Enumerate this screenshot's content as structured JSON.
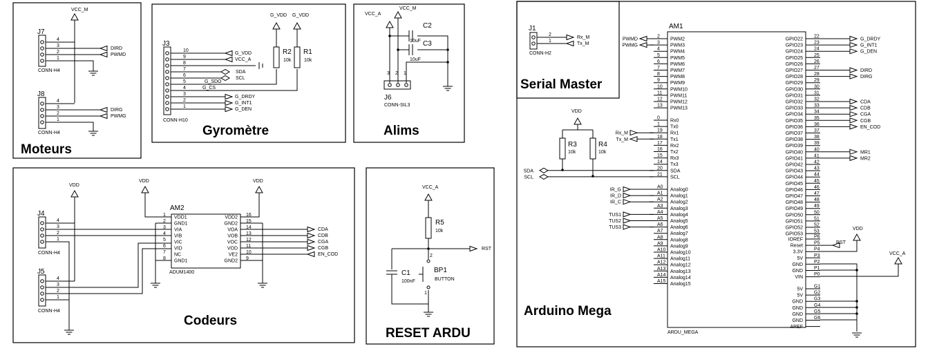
{
  "sections": {
    "moteurs": "Moteurs",
    "gyro": "Gyromètre",
    "alims": "Alims",
    "codeurs": "Codeurs",
    "reset": "RESET ARDU",
    "serial": "Serial Master",
    "arduino": "Arduino Mega"
  },
  "moteurs": {
    "vcc": "VCC_M",
    "j7": {
      "ref": "J7",
      "type": "CONN-H4",
      "pins": [
        "4",
        "3",
        "2",
        "1"
      ],
      "nets": [
        "DIRD",
        "PWMD"
      ]
    },
    "j8": {
      "ref": "J8",
      "type": "CONN-H4",
      "pins": [
        "4",
        "3",
        "2",
        "1"
      ],
      "nets": [
        "DIRG",
        "PWMG"
      ]
    }
  },
  "gyro": {
    "j3": {
      "ref": "J3",
      "type": "CONN-H10",
      "pins": [
        "10",
        "9",
        "8",
        "7",
        "6",
        "5",
        "4",
        "3",
        "2",
        "1"
      ]
    },
    "nets": [
      "G_VDD",
      "VCC_A",
      "SDA",
      "SCL",
      "G_SDO",
      "G_CS",
      "G_DRDY",
      "G_INT1",
      "G_DEN"
    ],
    "power_top": [
      "G_VDD",
      "G_VDD"
    ],
    "r2": {
      "ref": "R2",
      "value": "10k"
    },
    "r1": {
      "ref": "R1",
      "value": "10k"
    }
  },
  "alims": {
    "vcc_a": "VCC_A",
    "vcc_m": "VCC_M",
    "c2": {
      "ref": "C2",
      "value": "10uF"
    },
    "c3": {
      "ref": "C3",
      "value": "10uF"
    },
    "j6": {
      "ref": "J6",
      "type": "CONN-SIL3",
      "pins": [
        "3",
        "2",
        "1"
      ]
    }
  },
  "codeurs": {
    "vdd": [
      "VDD",
      "VDD",
      "VDD"
    ],
    "j4": {
      "ref": "J4",
      "type": "CONN-H4",
      "pins": [
        "4",
        "3",
        "2",
        "1"
      ]
    },
    "j5": {
      "ref": "J5",
      "type": "CONN-H4",
      "pins": [
        "4",
        "3",
        "2",
        "1"
      ]
    },
    "am2": {
      "ref": "AM2",
      "type": "ADUM1400",
      "left_pins": [
        {
          "num": "1",
          "name": "VDD1"
        },
        {
          "num": "2",
          "name": "GND1"
        },
        {
          "num": "3",
          "name": "VIA"
        },
        {
          "num": "4",
          "name": "VIB"
        },
        {
          "num": "5",
          "name": "VIC"
        },
        {
          "num": "6",
          "name": "VID"
        },
        {
          "num": "7",
          "name": "NC"
        },
        {
          "num": "8",
          "name": "GND1"
        }
      ],
      "right_pins": [
        {
          "num": "16",
          "name": "VDD2"
        },
        {
          "num": "15",
          "name": "GND2"
        },
        {
          "num": "14",
          "name": "VOA"
        },
        {
          "num": "13",
          "name": "VOB"
        },
        {
          "num": "12",
          "name": "VOC"
        },
        {
          "num": "11",
          "name": "VOD"
        },
        {
          "num": "10",
          "name": "VE2"
        },
        {
          "num": "9",
          "name": "GND2"
        }
      ]
    },
    "nets": [
      "CDA",
      "CDB",
      "CGA",
      "CGB",
      "EN_COD"
    ]
  },
  "reset": {
    "vcc": "VCC_A",
    "r5": {
      "ref": "R5",
      "value": "10k"
    },
    "net": "RST",
    "c1": {
      "ref": "C1",
      "value": "100nF"
    },
    "bp1": {
      "ref": "BP1",
      "type": "BUTTON",
      "pins": [
        "2",
        "1"
      ]
    }
  },
  "serial": {
    "j1": {
      "ref": "J1",
      "type": "CONN-H2",
      "pins": [
        "2",
        "1"
      ],
      "nets": [
        "Rx_M",
        "Tx_M"
      ]
    }
  },
  "arduino": {
    "ref": "AM1",
    "type": "ARDU_MEGA",
    "vdd": "VDD",
    "vdd2": "VDD",
    "vcc_a": "VCC_A",
    "r3": {
      "ref": "R3",
      "value": "10k"
    },
    "r4": {
      "ref": "R4",
      "value": "10k"
    },
    "pwm_pins": [
      {
        "num": "2",
        "name": "PWM2",
        "net": "PWMD"
      },
      {
        "num": "3",
        "name": "PWM3",
        "net": "PWMG"
      },
      {
        "num": "4",
        "name": "PWM4",
        "net": ""
      },
      {
        "num": "5",
        "name": "PWM5",
        "net": ""
      },
      {
        "num": "6",
        "name": "PWM6",
        "net": ""
      },
      {
        "num": "7",
        "name": "PWM7",
        "net": ""
      },
      {
        "num": "8",
        "name": "PWM8",
        "net": ""
      },
      {
        "num": "9",
        "name": "PWM9",
        "net": ""
      },
      {
        "num": "10",
        "name": "PWM10",
        "net": ""
      },
      {
        "num": "11",
        "name": "PWM11",
        "net": ""
      },
      {
        "num": "12",
        "name": "PWM12",
        "net": ""
      },
      {
        "num": "13",
        "name": "PWM13",
        "net": ""
      }
    ],
    "serial_pins": [
      {
        "num": "0",
        "name": "Rx0",
        "net": ""
      },
      {
        "num": "1",
        "name": "Tx0",
        "net": ""
      },
      {
        "num": "19",
        "name": "Rx1",
        "net": "Rx_M"
      },
      {
        "num": "18",
        "name": "Tx1",
        "net": "Tx_M"
      },
      {
        "num": "17",
        "name": "Rx2",
        "net": ""
      },
      {
        "num": "16",
        "name": "Tx2",
        "net": ""
      },
      {
        "num": "15",
        "name": "Rx3",
        "net": ""
      },
      {
        "num": "14",
        "name": "Tx3",
        "net": ""
      },
      {
        "num": "20",
        "name": "SDA",
        "net": "SDA"
      },
      {
        "num": "21",
        "name": "SCL",
        "net": "SCL"
      }
    ],
    "analog_pins": [
      {
        "num": "A0",
        "name": "Analog0",
        "net": "IR_G"
      },
      {
        "num": "A1",
        "name": "Analog1",
        "net": "IR_D"
      },
      {
        "num": "A2",
        "name": "Analog2",
        "net": "IR_C"
      },
      {
        "num": "A3",
        "name": "Analog3",
        "net": ""
      },
      {
        "num": "A4",
        "name": "Analog4",
        "net": "TUS1"
      },
      {
        "num": "A5",
        "name": "Analog5",
        "net": "TUS2"
      },
      {
        "num": "A6",
        "name": "Analog6",
        "net": "TUS3"
      },
      {
        "num": "A7",
        "name": "Analog7",
        "net": ""
      },
      {
        "num": "A8",
        "name": "Analog8",
        "net": ""
      },
      {
        "num": "A9",
        "name": "Analog9",
        "net": ""
      },
      {
        "num": "A10",
        "name": "Analog10",
        "net": ""
      },
      {
        "num": "A11",
        "name": "Analog11",
        "net": ""
      },
      {
        "num": "A12",
        "name": "Analog12",
        "net": ""
      },
      {
        "num": "A13",
        "name": "Analog13",
        "net": ""
      },
      {
        "num": "A14",
        "name": "Analog14",
        "net": ""
      },
      {
        "num": "A15",
        "name": "Analog15",
        "net": ""
      }
    ],
    "gpio_pins": [
      {
        "num": "22",
        "name": "GPIO22",
        "net": "G_DRDY"
      },
      {
        "num": "23",
        "name": "GPIO23",
        "net": "G_INT1"
      },
      {
        "num": "24",
        "name": "GPIO24",
        "net": "G_DEN"
      },
      {
        "num": "25",
        "name": "GPIO25",
        "net": ""
      },
      {
        "num": "26",
        "name": "GPIO26",
        "net": ""
      },
      {
        "num": "27",
        "name": "GPIO27",
        "net": "DIRD"
      },
      {
        "num": "28",
        "name": "GPIO28",
        "net": "DIRG"
      },
      {
        "num": "29",
        "name": "GPIO29",
        "net": ""
      },
      {
        "num": "30",
        "name": "GPIO30",
        "net": ""
      },
      {
        "num": "31",
        "name": "GPIO31",
        "net": ""
      },
      {
        "num": "32",
        "name": "GPIO32",
        "net": "CDA"
      },
      {
        "num": "33",
        "name": "GPIO33",
        "net": "CDB"
      },
      {
        "num": "34",
        "name": "GPIO34",
        "net": "CGA"
      },
      {
        "num": "35",
        "name": "GPIO35",
        "net": "CGB"
      },
      {
        "num": "36",
        "name": "GPIO36",
        "net": "EN_COD"
      },
      {
        "num": "37",
        "name": "GPIO37",
        "net": ""
      },
      {
        "num": "38",
        "name": "GPIO38",
        "net": ""
      },
      {
        "num": "39",
        "name": "GPIO39",
        "net": ""
      },
      {
        "num": "40",
        "name": "GPIO40",
        "net": "MR1"
      },
      {
        "num": "41",
        "name": "GPIO41",
        "net": "MR2"
      },
      {
        "num": "42",
        "name": "GPIO42",
        "net": ""
      },
      {
        "num": "43",
        "name": "GPIO43",
        "net": ""
      },
      {
        "num": "44",
        "name": "GPIO44",
        "net": ""
      },
      {
        "num": "45",
        "name": "GPIO45",
        "net": ""
      },
      {
        "num": "46",
        "name": "GPIO46",
        "net": ""
      },
      {
        "num": "47",
        "name": "GPIO47",
        "net": ""
      },
      {
        "num": "48",
        "name": "GPIO48",
        "net": ""
      },
      {
        "num": "49",
        "name": "GPIO49",
        "net": ""
      },
      {
        "num": "50",
        "name": "GPIO50",
        "net": ""
      },
      {
        "num": "51",
        "name": "GPIO51",
        "net": ""
      },
      {
        "num": "52",
        "name": "GPIO52",
        "net": ""
      },
      {
        "num": "53",
        "name": "GPIO53",
        "net": ""
      }
    ],
    "power_pins": [
      {
        "num": "P6",
        "name": "IOREF",
        "net": ""
      },
      {
        "num": "P5",
        "name": "Reset",
        "net": "RST"
      },
      {
        "num": "P4",
        "name": "3.3V",
        "net": ""
      },
      {
        "num": "P3",
        "name": "5V",
        "net": ""
      },
      {
        "num": "P2",
        "name": "GND",
        "net": ""
      },
      {
        "num": "P1",
        "name": "GND",
        "net": ""
      },
      {
        "num": "P0",
        "name": "VIN",
        "net": ""
      }
    ],
    "gnd_pins": [
      {
        "num": "G1",
        "name": "5V"
      },
      {
        "num": "G2",
        "name": "5V"
      },
      {
        "num": "G3",
        "name": "GND"
      },
      {
        "num": "G4",
        "name": "GND"
      },
      {
        "num": "G5",
        "name": "GND"
      },
      {
        "num": "G6",
        "name": "GND"
      },
      {
        "num": "",
        "name": "AREF"
      }
    ]
  }
}
